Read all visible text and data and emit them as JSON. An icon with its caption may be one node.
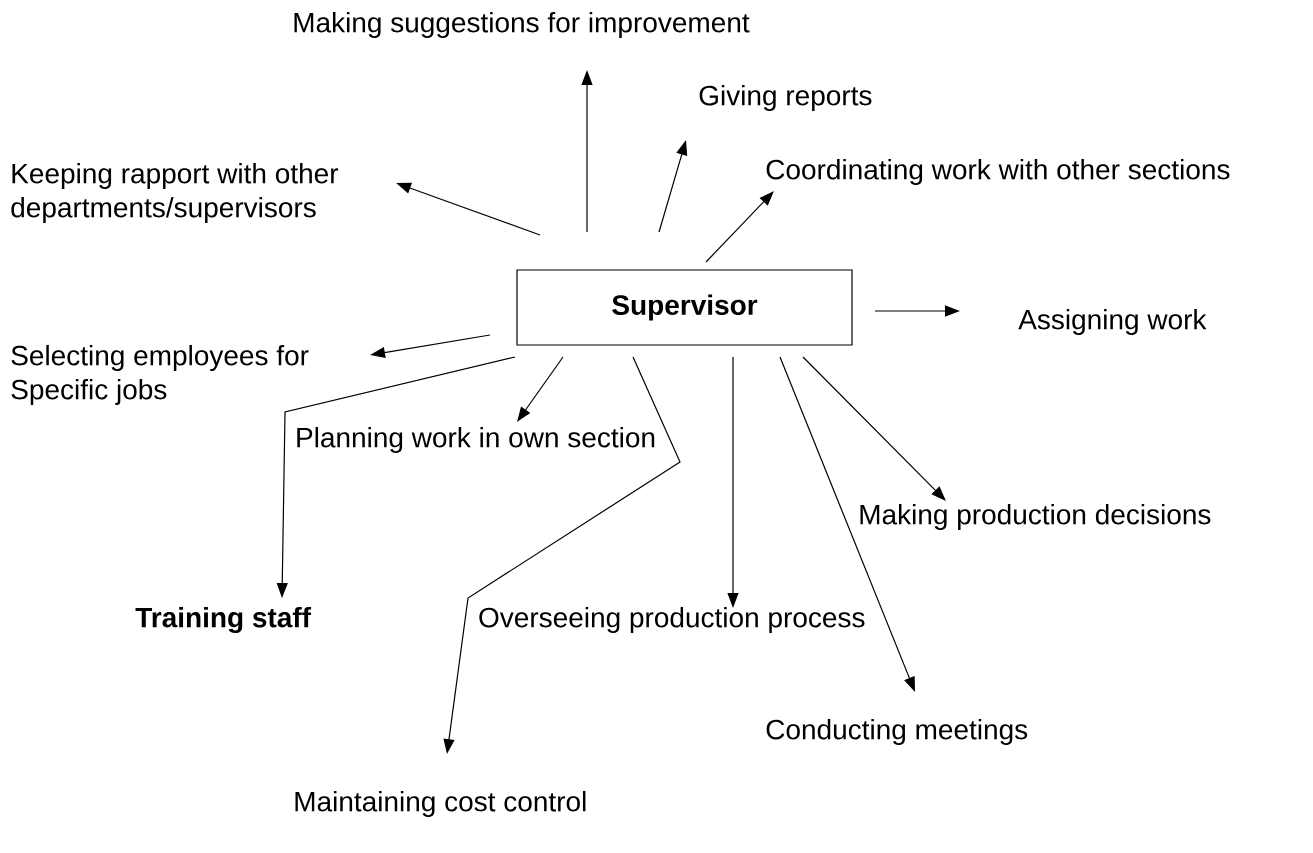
{
  "diagram": {
    "nodes": [
      {
        "text": [
          "Supervisor"
        ]
      },
      {
        "text": [
          "Making suggestions for improvement"
        ]
      },
      {
        "text": [
          "Giving reports"
        ]
      },
      {
        "text": [
          "Keeping rapport with other departments/supervisors"
        ]
      },
      {
        "text": [
          "Coordinating work with other sections"
        ]
      },
      {
        "text": [
          "Assigning work"
        ]
      },
      {
        "text": [
          "Selecting employees for Specific jobs"
        ]
      },
      {
        "text": [
          "Planning work in own section"
        ]
      },
      {
        "text": [
          "Making production decisions"
        ]
      },
      {
        "text": [
          "Training staff"
        ]
      },
      {
        "text": [
          "Overseeing production process"
        ]
      },
      {
        "text": [
          "Conducting meetings"
        ]
      },
      {
        "text": [
          "Maintaining cost control"
        ]
      }
    ],
    "edges": [
      {
        "from": 0,
        "to": 1,
        "arrow": "to"
      },
      {
        "from": 0,
        "to": 2,
        "arrow": "to"
      },
      {
        "from": 0,
        "to": 3,
        "arrow": "to"
      },
      {
        "from": 0,
        "to": 4,
        "arrow": "to"
      },
      {
        "from": 0,
        "to": 5,
        "arrow": "to"
      },
      {
        "from": 0,
        "to": 6,
        "arrow": "to"
      },
      {
        "from": 0,
        "to": 7,
        "arrow": "to"
      },
      {
        "from": 0,
        "to": 8,
        "arrow": "to"
      },
      {
        "from": 0,
        "to": 9,
        "arrow": "to"
      },
      {
        "from": 0,
        "to": 10,
        "arrow": "to"
      },
      {
        "from": 0,
        "to": 11,
        "arrow": "to"
      },
      {
        "from": 0,
        "to": 12,
        "arrow": "to"
      }
    ]
  }
}
